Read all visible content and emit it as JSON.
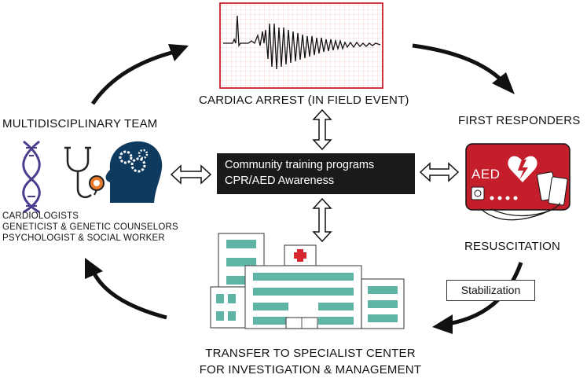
{
  "nodes": {
    "cardiac_arrest": "CARDIAC ARREST (IN FIELD EVENT)",
    "first_responders": "FIRST RESPONDERS",
    "resuscitation": "RESUSCITATION",
    "stabilization": "Stabilization",
    "transfer_line1": "TRANSFER TO SPECIALIST CENTER",
    "transfer_line2": "FOR INVESTIGATION & MANAGEMENT",
    "team_title": "MULTIDISCIPLINARY TEAM",
    "team_members": [
      "CARDIOLOGISTS",
      "GENETICIST & GENETIC COUNSELORS",
      "PSYCHOLOGIST & SOCIAL WORKER"
    ]
  },
  "center": {
    "line1": "Community training programs",
    "line2": "CPR/AED Awareness"
  },
  "aed_label": "AED",
  "icons": [
    "ecg-trace-icon",
    "aed-device-icon",
    "hospital-building-icon",
    "dna-icon",
    "stethoscope-icon",
    "brain-gears-icon"
  ],
  "colors": {
    "ecg_border": "#c8202c",
    "ecg_grid": "#f3c9cc",
    "aed_red": "#c41e2a",
    "hospital_teal": "#5fb5a5",
    "hospital_cross": "#d7262d",
    "dna_purple": "#4a3d8f",
    "stethoscope_orange": "#e87a2a",
    "brain_navy": "#0f3a60",
    "arrow": "#111111"
  }
}
